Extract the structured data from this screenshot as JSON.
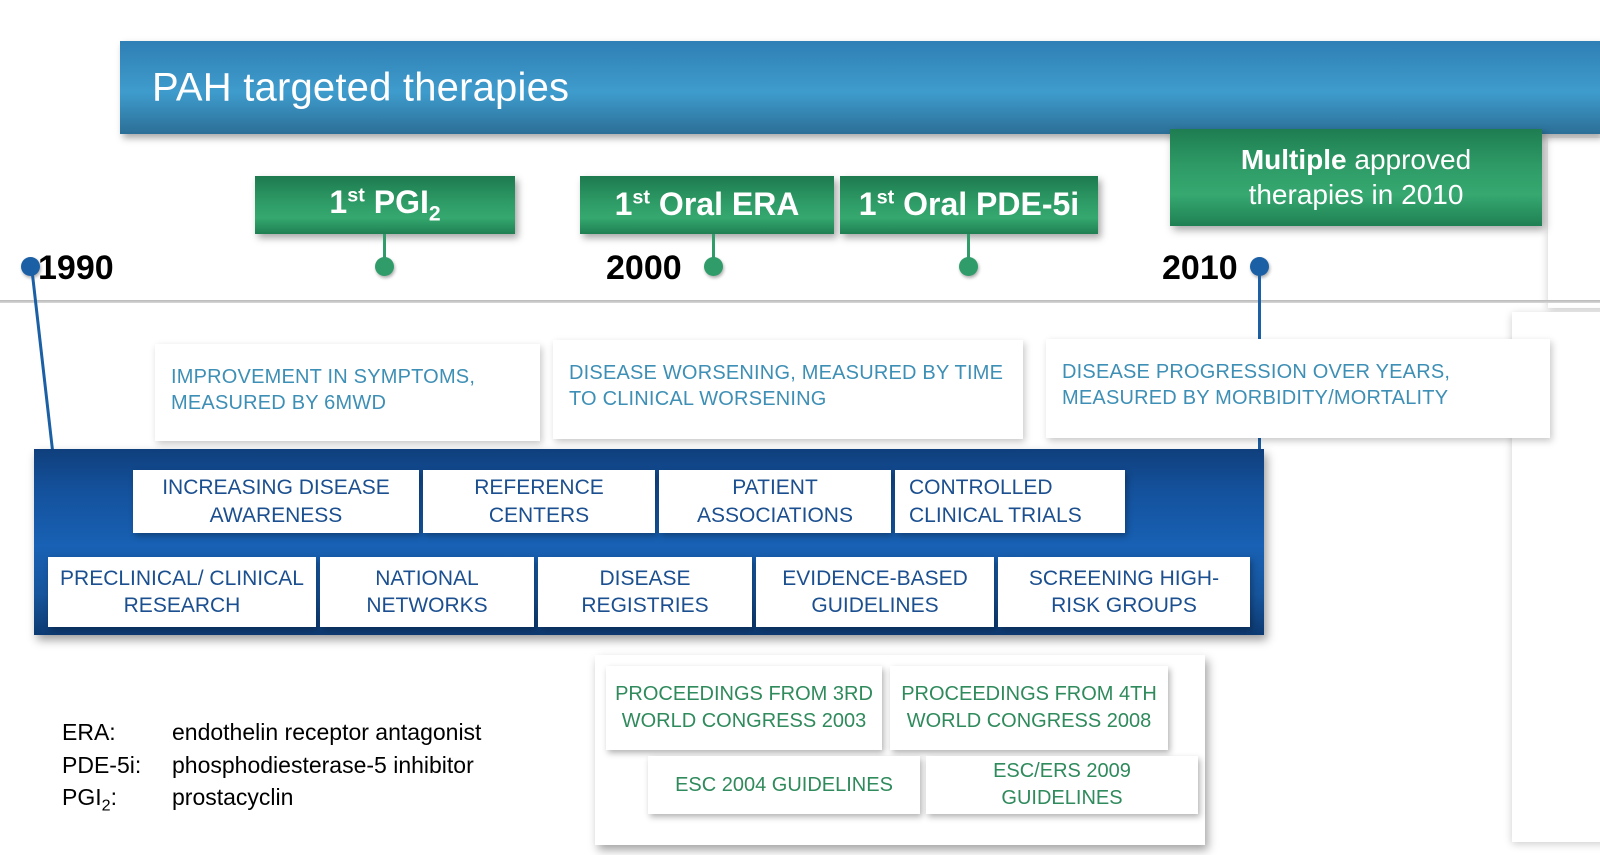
{
  "title": {
    "text": "PAH targeted therapies"
  },
  "timeline": {
    "years": [
      {
        "label": "1990",
        "marker": "blue-dot"
      },
      {
        "label": "2000",
        "marker": "none"
      },
      {
        "label": "2010",
        "marker": "blue-dot"
      }
    ],
    "therapies": [
      {
        "label_html": "1<sup>st</sup> PGI<sub>2</sub>",
        "plain": "1st PGI2"
      },
      {
        "label_html": "1<sup>st</sup> Oral ERA",
        "plain": "1st Oral ERA"
      },
      {
        "label_html": "1<sup>st</sup> Oral PDE-5i",
        "plain": "1st Oral PDE-5i"
      }
    ],
    "multiple": {
      "bold": "Multiple",
      "rest": " approved therapies in 2010"
    }
  },
  "outcomes": [
    {
      "text": "IMPROVEMENT IN SYMPTOMS, MEASURED BY 6MWD"
    },
    {
      "text": "DISEASE WORSENING, MEASURED BY TIME TO CLINICAL WORSENING"
    },
    {
      "text": "DISEASE PROGRESSION OVER YEARS, MEASURED BY MORBIDITY/MORTALITY"
    }
  ],
  "blue_panel": {
    "row1": [
      {
        "text": "INCREASING DISEASE AWARENESS"
      },
      {
        "text": "REFERENCE CENTERS"
      },
      {
        "text": "PATIENT ASSOCIATIONS"
      },
      {
        "text": "CONTROLLED CLINICAL TRIALS"
      }
    ],
    "row2": [
      {
        "text": "PRECLINICAL/ CLINICAL RESEARCH"
      },
      {
        "text": "NATIONAL NETWORKS"
      },
      {
        "text": "DISEASE REGISTRIES"
      },
      {
        "text": "EVIDENCE-BASED GUIDELINES"
      },
      {
        "text": "SCREENING HIGH-RISK GROUPS"
      }
    ]
  },
  "green_panel": {
    "row1": [
      {
        "text": "PROCEEDINGS FROM 3RD WORLD CONGRESS 2003"
      },
      {
        "text": "PROCEEDINGS FROM 4TH WORLD CONGRESS 2008"
      }
    ],
    "row2": [
      {
        "text": "ESC 2004 GUIDELINES"
      },
      {
        "text": "ESC/ERS 2009 GUIDELINES"
      }
    ]
  },
  "legend": [
    {
      "key_html": "ERA:",
      "value": "endothelin receptor antagonist"
    },
    {
      "key_html": "PDE-5i:",
      "value": "phosphodiesterase-5 inhibitor"
    },
    {
      "key_html": "PGI<sub>2</sub>:",
      "value": "prostacyclin"
    }
  ],
  "colors": {
    "title_blue": "#3a93c4",
    "therapy_green": "#2e9b66",
    "panel_blue": "#1861b4",
    "panel_green": "#2c9865",
    "outcome_text": "#3e8fb5",
    "blue_box_text": "#1b4f8f",
    "green_box_text": "#2f8a5c",
    "dot_blue": "#1b5fa5",
    "dot_green": "#2f9c69"
  }
}
